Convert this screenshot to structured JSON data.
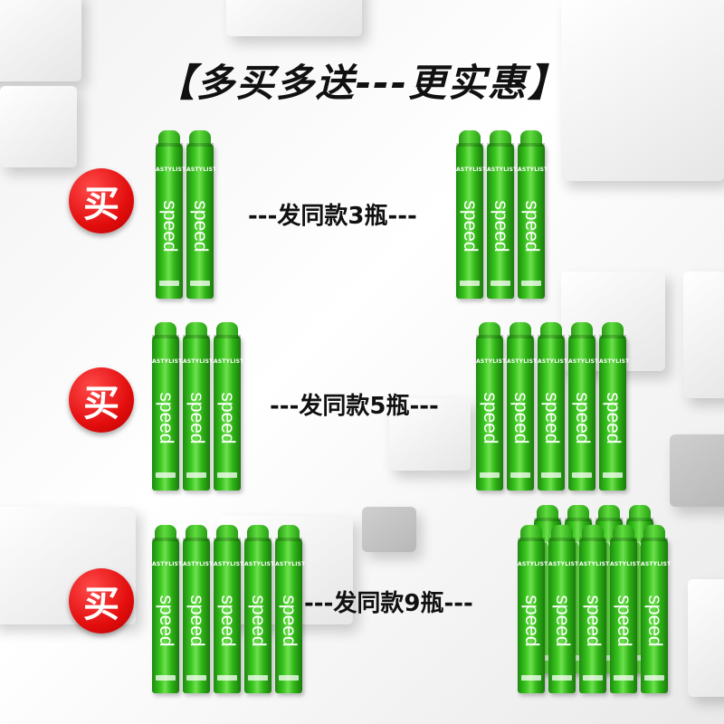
{
  "headline": "【多买多送---更实惠】",
  "bottle": {
    "brand": "ASTYLIST",
    "speed_text": "speed",
    "color": "#39c61f"
  },
  "offers": [
    {
      "buy_label": "买",
      "offer_text": "---发同款3瓶---",
      "buy_count": 2,
      "gift_count": 3
    },
    {
      "buy_label": "买",
      "offer_text": "---发同款5瓶---",
      "buy_count": 3,
      "gift_count": 5
    },
    {
      "buy_label": "买",
      "offer_text": "---发同款9瓶---",
      "buy_count": 5,
      "gift_count": 9
    }
  ]
}
